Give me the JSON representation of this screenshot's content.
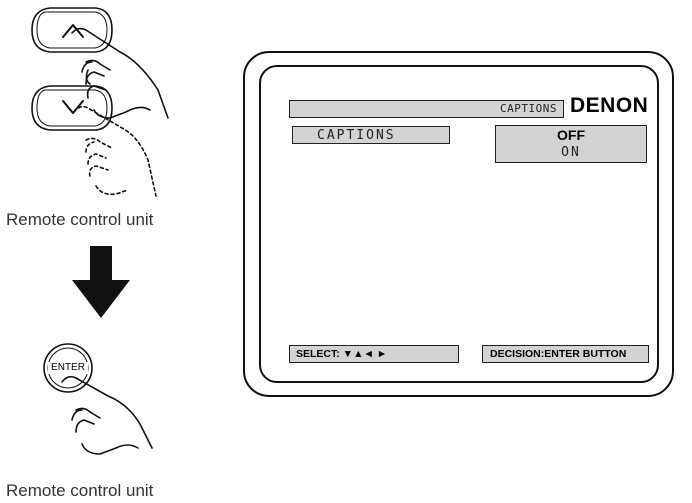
{
  "remote_caption_top": "Remote control unit",
  "remote_caption_bottom": "Remote control unit",
  "enter_button_label": "ENTER",
  "screen": {
    "title": "CAPTIONS",
    "brand": "DENON",
    "menu_item": "CAPTIONS",
    "options": [
      "OFF",
      "ON"
    ],
    "selected_option": "OFF",
    "footer_select": "SELECT: ▼▲◄ ►",
    "footer_decision": "DECISION:ENTER BUTTON"
  }
}
